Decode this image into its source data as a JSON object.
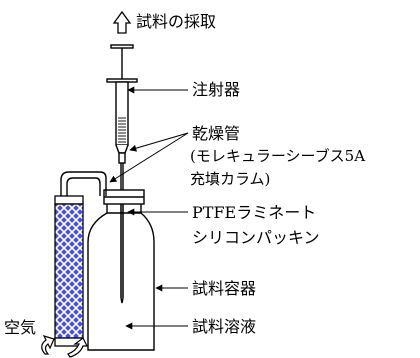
{
  "labels": {
    "sampling": "試料の採取",
    "syringe": "注射器",
    "drying_tube": "乾燥管",
    "drying_tube_note_1": "(モレキュラーシーブス5A",
    "drying_tube_note_2": "充填カラム)",
    "septum_1": "PTFEラミネート",
    "septum_2": "シリコンパッキン",
    "container": "試料容器",
    "air": "空気",
    "solution": "試料溶液"
  },
  "colors": {
    "line": "#000000",
    "column_fill": "#4a4fd6",
    "column_mesh": "#ffffff"
  }
}
